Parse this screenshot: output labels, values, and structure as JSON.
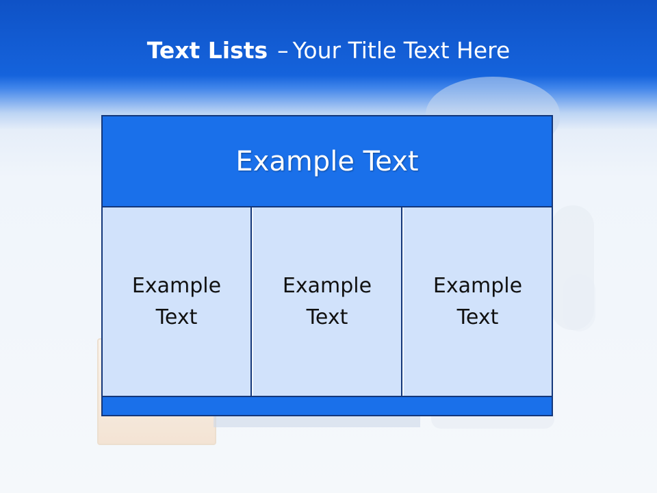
{
  "slide": {
    "title_bold": "Text Lists",
    "title_separator": "–",
    "title_rest": "Your Title Text Here"
  },
  "table": {
    "header": "Example Text",
    "cells": [
      "Example Text",
      "Example Text",
      "Example Text"
    ]
  }
}
